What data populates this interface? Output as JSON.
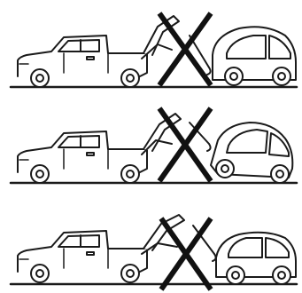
{
  "figure": {
    "panels": [
      {
        "scenario": "towing-from-rear-prohibited",
        "crossed_out": true
      },
      {
        "scenario": "towing-lifted-rear-prohibited",
        "crossed_out": true
      },
      {
        "scenario": "towing-lifted-front-prohibited",
        "crossed_out": true
      }
    ],
    "colors": {
      "line": "#1a1a1a",
      "cross": "#111111",
      "background": "#ffffff",
      "fill": "#ffffff"
    }
  }
}
